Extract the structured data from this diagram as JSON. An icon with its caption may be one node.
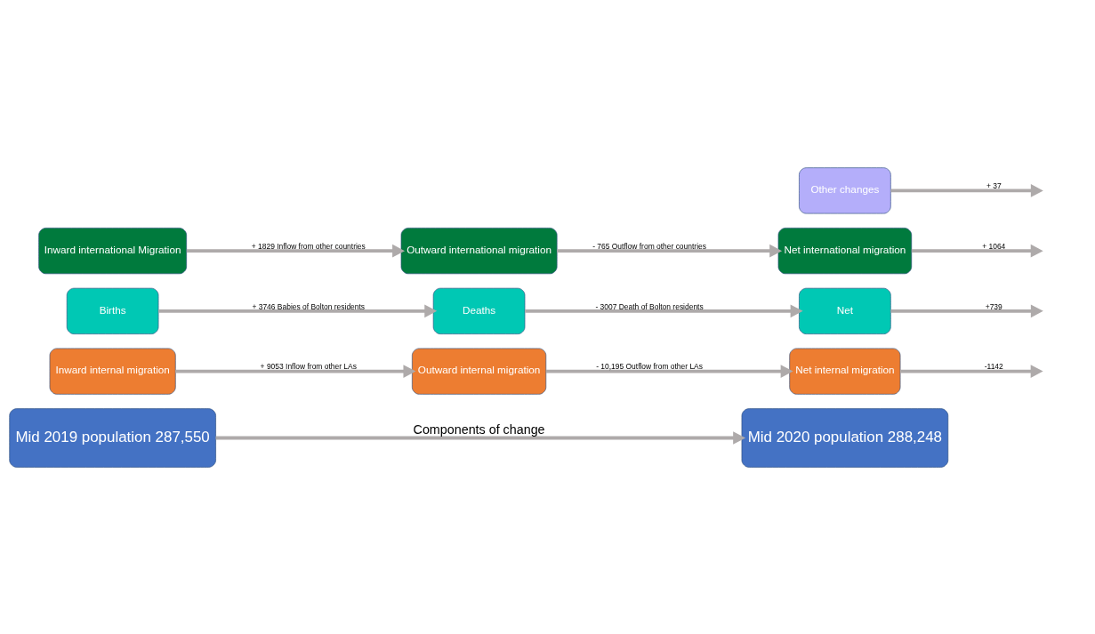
{
  "diagram": {
    "nodes": [
      {
        "text": [
          "Mid 2019 population 287,550"
        ]
      },
      {
        "text": [
          "Mid 2020 population 288,248"
        ]
      },
      {
        "text": [
          "Inward internal migration"
        ]
      },
      {
        "text": [
          "Outward internal migration"
        ]
      },
      {
        "text": [
          "Net internal migration"
        ]
      },
      {
        "text": [
          "Births"
        ]
      },
      {
        "text": [
          "Deaths"
        ]
      },
      {
        "text": [
          "Net"
        ]
      },
      {
        "text": [
          "Inward international Migration"
        ]
      },
      {
        "text": [
          "Outward international migration"
        ]
      },
      {
        "text": [
          "Net international migration"
        ]
      },
      {
        "text": [
          "Other changes"
        ]
      }
    ],
    "edges": [
      {
        "from": 0,
        "to": 1,
        "arrow": "to",
        "label": "Components of change"
      },
      {
        "from": 2,
        "to": 3,
        "arrow": "to",
        "label": "+ 9053 Inflow from other LAs"
      },
      {
        "from": 3,
        "to": 4,
        "arrow": "to",
        "label": "- 10,195 Outflow from other LAs"
      },
      {
        "from": 4,
        "to": null,
        "arrow": "to",
        "label": "-1142"
      },
      {
        "from": 5,
        "to": 6,
        "arrow": "to",
        "label": "+ 3746 Babies of Bolton residents"
      },
      {
        "from": 6,
        "to": 7,
        "arrow": "to",
        "label": "- 3007 Death of Bolton residents"
      },
      {
        "from": 7,
        "to": null,
        "arrow": "to",
        "label": "+739"
      },
      {
        "from": 8,
        "to": 9,
        "arrow": "to",
        "label": "+ 1829 Inflow from other countries"
      },
      {
        "from": 9,
        "to": 10,
        "arrow": "to",
        "label": "- 765 Outflow from other countries"
      },
      {
        "from": 10,
        "to": null,
        "arrow": "to",
        "label": "+ 1064"
      },
      {
        "from": 11,
        "to": null,
        "arrow": "to",
        "label": "+ 37"
      }
    ]
  }
}
